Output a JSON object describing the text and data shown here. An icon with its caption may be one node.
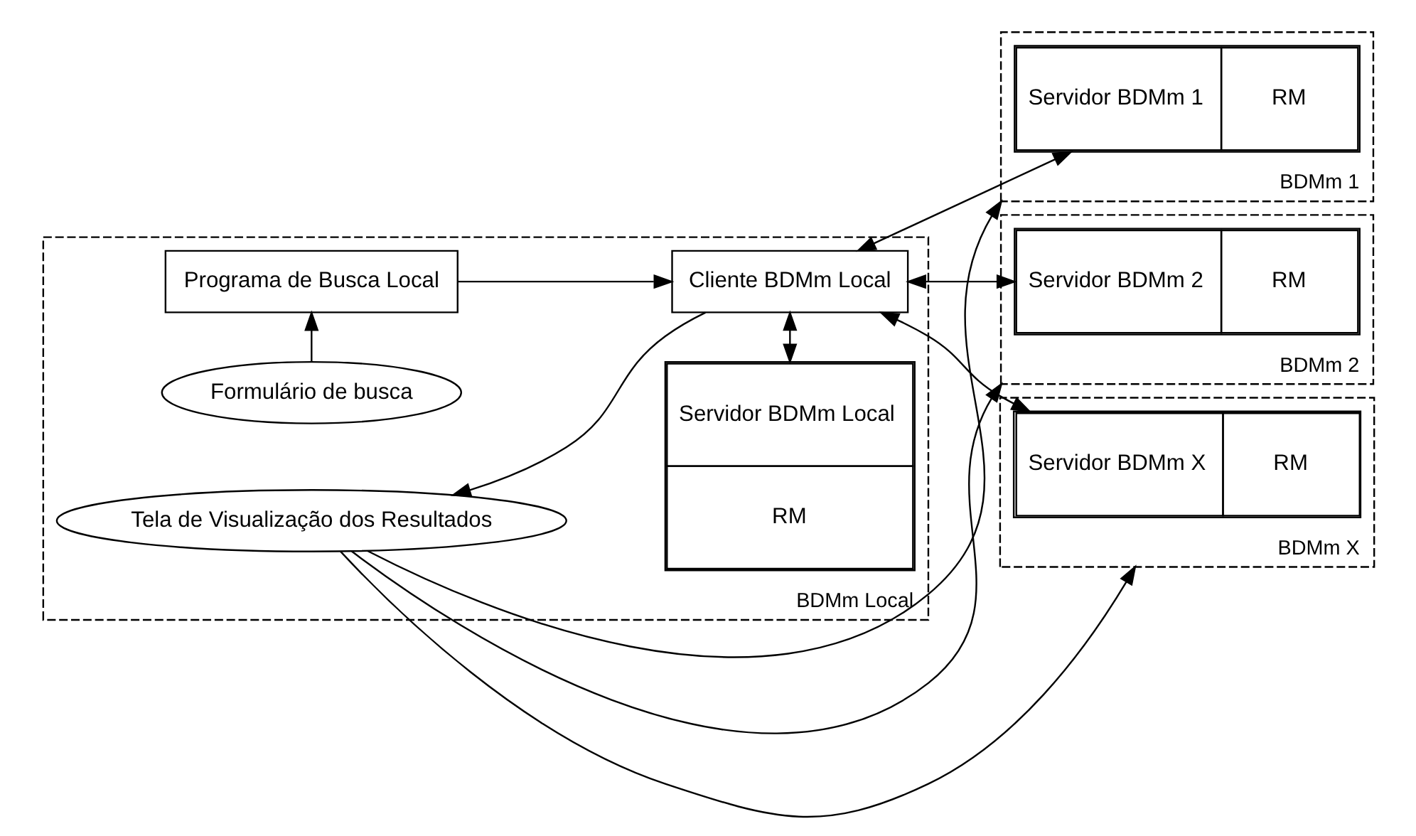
{
  "diagram": {
    "nodes": [
      {
        "text": [
          "BDMm Local"
        ]
      },
      {
        "text": [
          "Formulário de busca"
        ],
        "in": 0
      },
      {
        "text": [
          "Programa de Busca Local"
        ],
        "in": 0
      },
      {
        "text": [
          "Cliente BDMm Local"
        ],
        "in": 0
      },
      {
        "text": [
          "Tela de Visualização dos Resultados"
        ],
        "in": 0
      },
      {
        "text": [
          "Servidor BDMm Local",
          "RM"
        ],
        "in": 0
      },
      {
        "text": [
          "BDMm 1"
        ]
      },
      {
        "text": [
          "Servidor BDMm 1",
          "RM"
        ],
        "in": 6
      },
      {
        "text": [
          "BDMm 2"
        ]
      },
      {
        "text": [
          "Servidor BDMm 2",
          "RM"
        ],
        "in": 8
      },
      {
        "text": [
          "BDMm X"
        ]
      },
      {
        "text": [
          "Servidor BDMm X",
          "RM"
        ],
        "in": 10
      }
    ],
    "edges": [
      {
        "from": 1,
        "to": 2,
        "arrow": "to"
      },
      {
        "from": 2,
        "to": 3,
        "arrow": "to"
      },
      {
        "from": 3,
        "to": 4,
        "arrow": "to"
      },
      {
        "from": 3,
        "to": 5,
        "arrow": "both"
      },
      {
        "from": 3,
        "to": 7,
        "arrow": "both"
      },
      {
        "from": 3,
        "to": 9,
        "arrow": "both"
      },
      {
        "from": 3,
        "to": 11,
        "arrow": "both"
      },
      {
        "from": 4,
        "to": 6,
        "arrow": "to"
      },
      {
        "from": 4,
        "to": 8,
        "arrow": "to"
      },
      {
        "from": 4,
        "to": 10,
        "arrow": "to"
      }
    ]
  }
}
